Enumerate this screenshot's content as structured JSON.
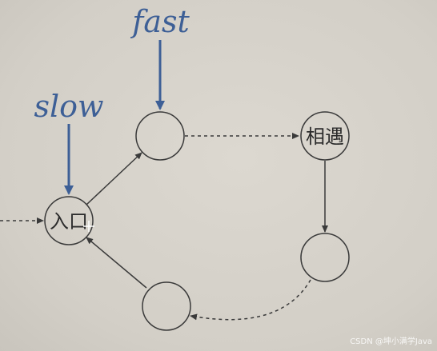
{
  "pointers": {
    "fast_label": "fast",
    "slow_label": "slow"
  },
  "nodes": {
    "entry_label": "入口",
    "meet_label": "相遇"
  },
  "watermark": "CSDN @坤小满学Java",
  "colors": {
    "pointer": "#3d5f96",
    "stroke": "#3a3a3a",
    "background": "#d6d2ca"
  }
}
